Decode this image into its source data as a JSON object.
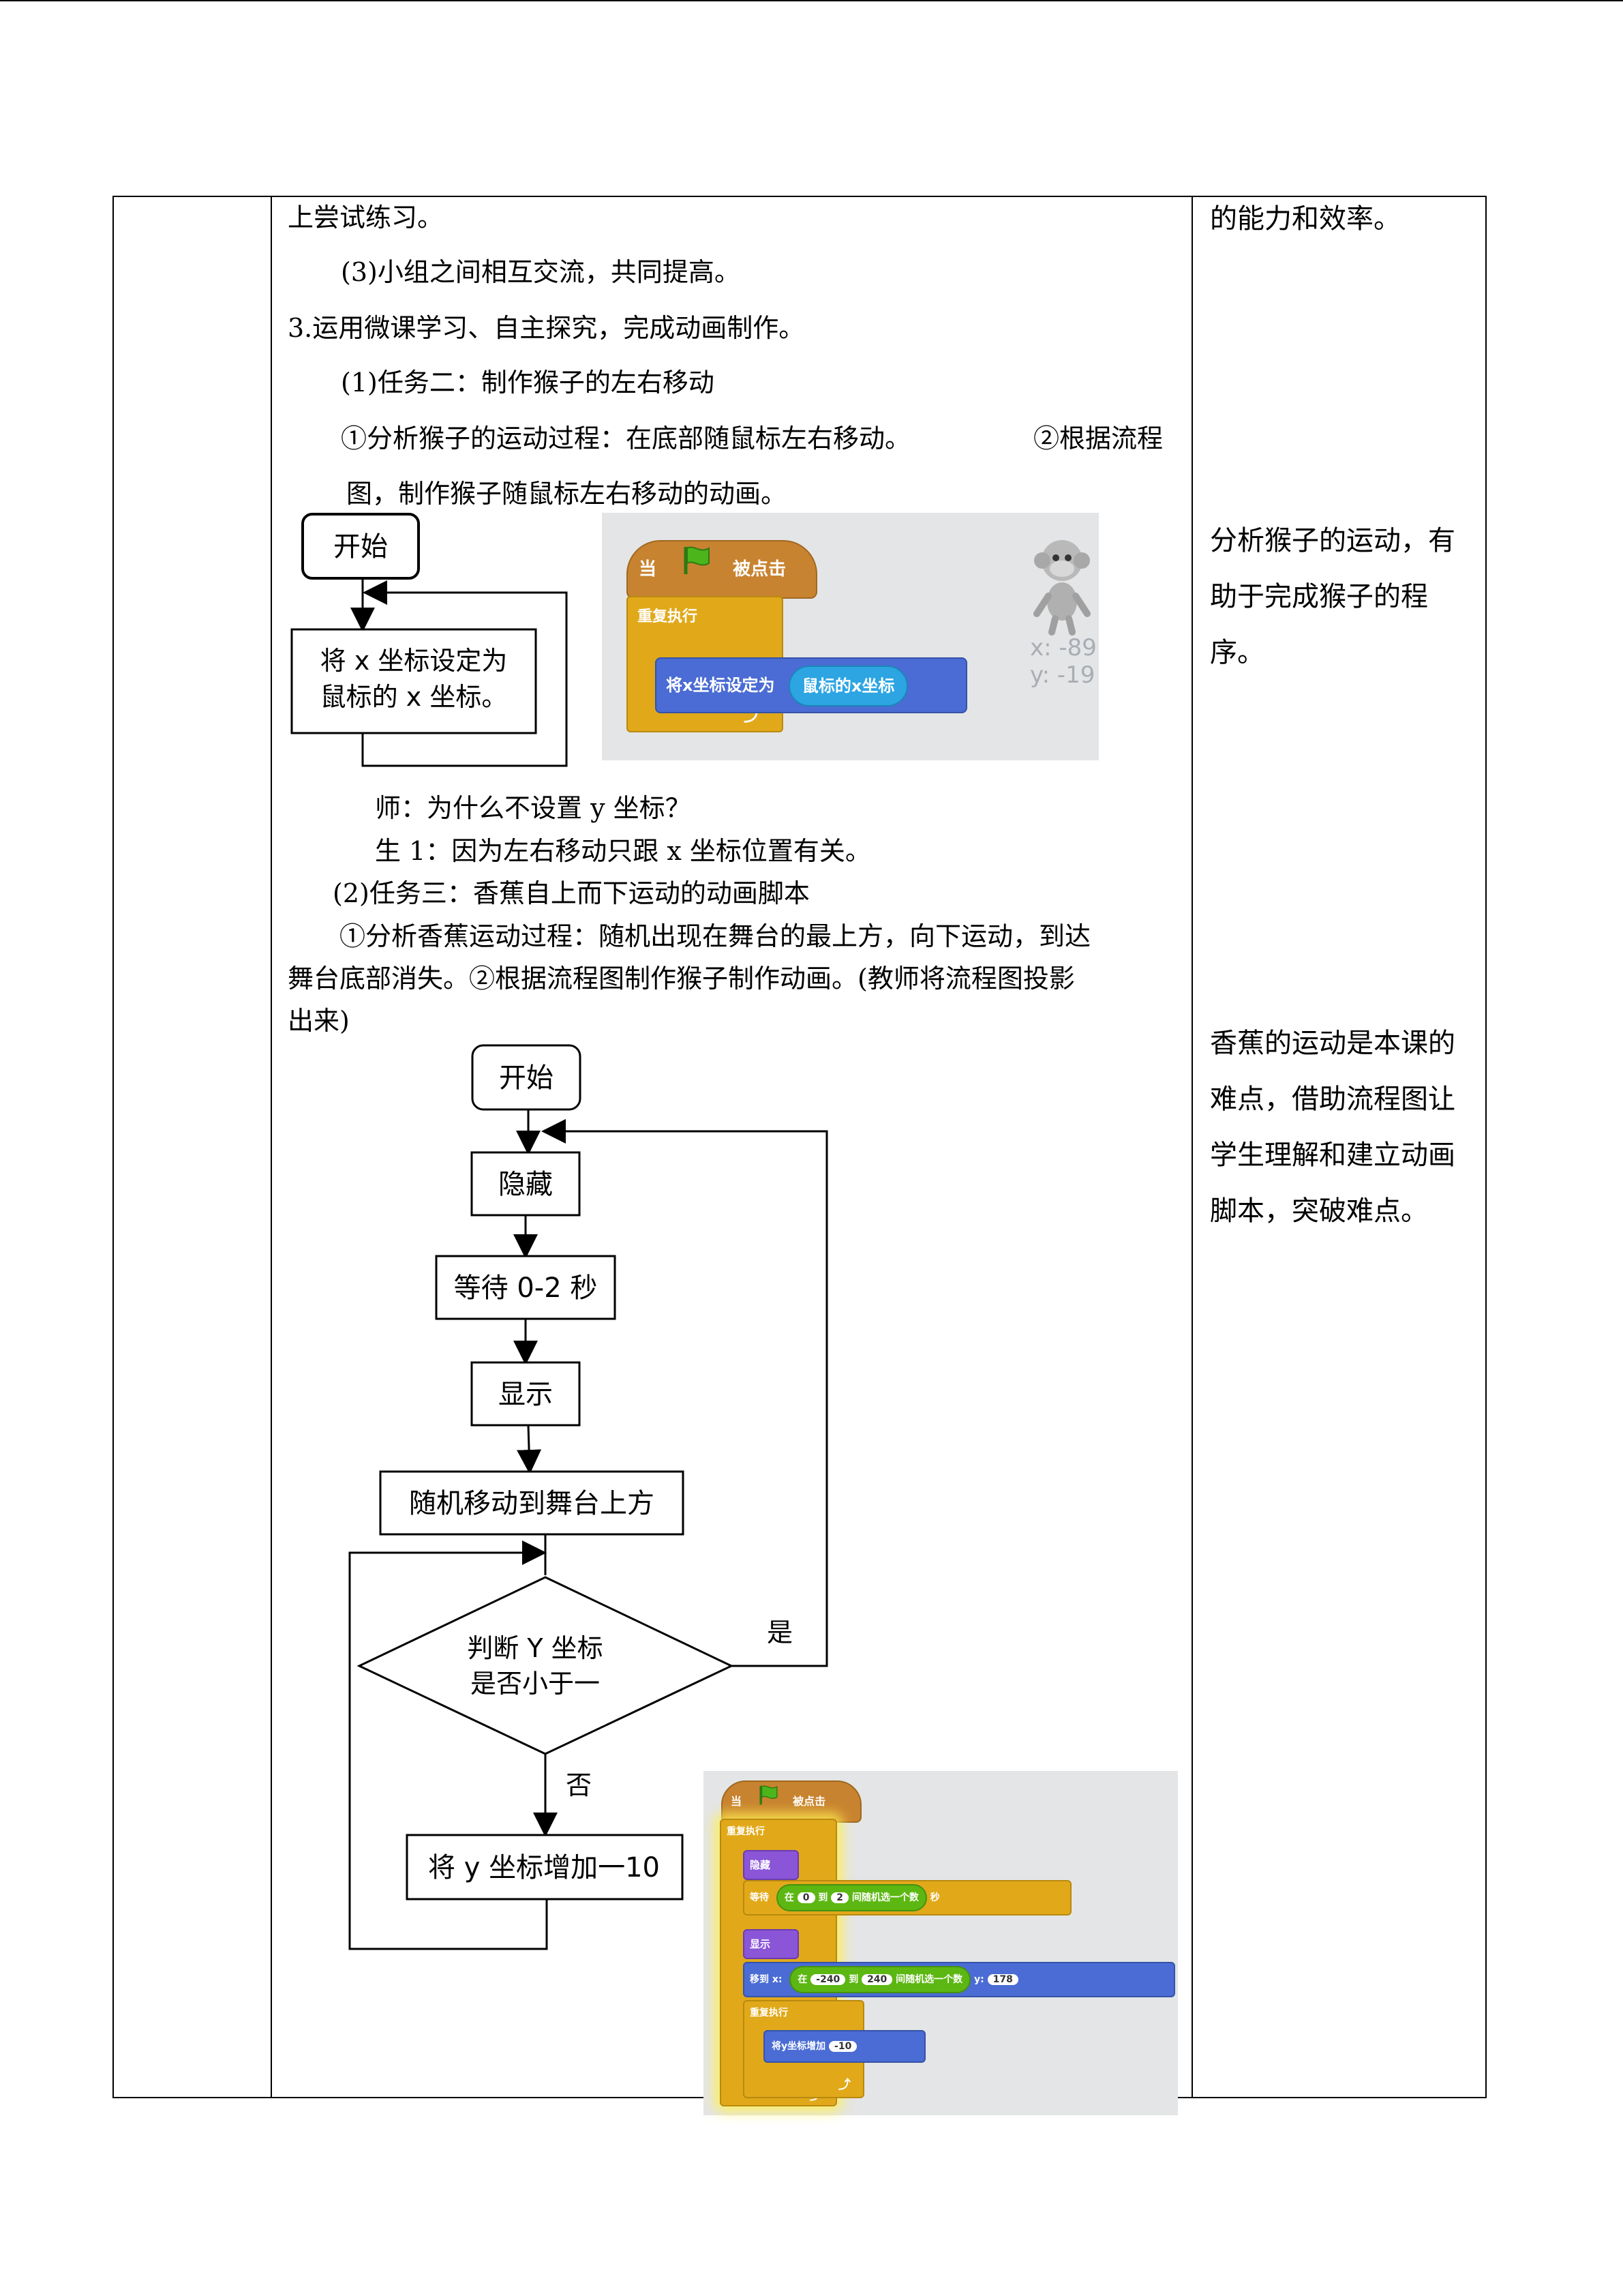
{
  "middle": {
    "line1": "上尝试练习。",
    "line2": "(3)小组之间相互交流，共同提高。",
    "line3": "3.运用微课学习、自主探究，完成动画制作。",
    "line4": "(1)任务二：制作猴子的左右移动",
    "line5a": "①分析猴子的运动过程：在底部随鼠标左右移动。",
    "line5b": "②根据流程",
    "line6": "图，制作猴子随鼠标左右移动的动画。",
    "qa1": "师：为什么不设置 y 坐标？",
    "qa2": "生 1：因为左右移动只跟 x 坐标位置有关。",
    "task3": "(2)任务三：香蕉自上而下运动的动画脚本",
    "task3_l1": "①分析香蕉运动过程：随机出现在舞台的最上方，向下运动，到达",
    "task3_l2": "舞台底部消失。②根据流程图制作猴子制作动画。(教师将流程图投影",
    "task3_l3": "出来)"
  },
  "flowchart1": {
    "start": "开始",
    "box_l1": "将 x 坐标设定为",
    "box_l2": "鼠标的 x 坐标。"
  },
  "scratch1": {
    "hat_when": "当",
    "hat_clicked": "被点击",
    "forever": "重复执行",
    "set_x": "将x坐标设定为",
    "mouse_x": "鼠标的x坐标",
    "sprite_x": "x: -89",
    "sprite_y": "y: -19"
  },
  "flowchart2": {
    "start": "开始",
    "hide": "隐藏",
    "wait": "等待 0-2 秒",
    "show": "显示",
    "goto": "随机移动到舞台上方",
    "decision_l1": "判断 Y 坐标",
    "decision_l2": "是否小于一",
    "yes": "是",
    "no": "否",
    "change_y": "将 y 坐标增加一10"
  },
  "scratch2": {
    "hat_when": "当",
    "hat_clicked": "被点击",
    "forever": "重复执行",
    "hide": "隐藏",
    "wait": "等待",
    "pick_in": "在",
    "pick_from": "0",
    "pick_to_word": "到",
    "pick_to": "2",
    "pick_suffix": "间随机选一个数",
    "seconds": "秒",
    "show": "显示",
    "goto": "移到 x:",
    "goto_in": "在",
    "goto_from": "-240",
    "goto_to_word": "到",
    "goto_to": "240",
    "goto_suffix": "间随机选一个数",
    "goto_y_label": "y:",
    "goto_y": "178",
    "forever2": "重复执行",
    "change_y": "将y坐标增加",
    "change_val": "-10"
  },
  "right": {
    "r1": "的能力和效率。",
    "r2": [
      "分析猴子的运动，有",
      "助于完成猴子的程",
      "序。"
    ],
    "r3": [
      "香蕉的运动是本课的",
      "难点，借助流程图让",
      "学生理解和建立动画",
      "脚本，突破难点。"
    ]
  },
  "colors": {
    "hat": "#c88330",
    "control": "#e1a91a",
    "motion": "#4a6cd4",
    "looks": "#8a55d7",
    "operators": "#5cb712",
    "sensing": "#2ca5e2",
    "stage": "#e4e5e6"
  }
}
